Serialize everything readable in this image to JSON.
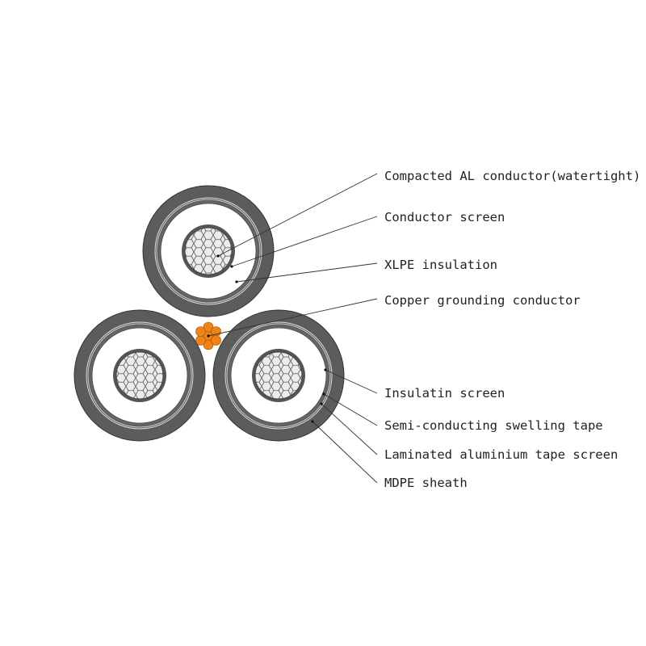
{
  "colors": {
    "sheath": "#5c5c5c",
    "conductor_fill": "#e8e8e8",
    "copper": "#f08418",
    "leader": "#333333"
  },
  "labels": [
    {
      "id": "compacted-al-conductor",
      "text": "Compacted AL conductor(watertight)"
    },
    {
      "id": "conductor-screen",
      "text": "Conductor screen"
    },
    {
      "id": "xlpe-insulation",
      "text": "XLPE insulation"
    },
    {
      "id": "copper-grounding-conductor",
      "text": "Copper grounding conductor"
    },
    {
      "id": "insulation-screen",
      "text": "Insulatin screen"
    },
    {
      "id": "semi-conducting-swelling-tape",
      "text": "Semi-conducting swelling tape"
    },
    {
      "id": "laminated-aluminium-tape-screen",
      "text": "Laminated aluminium tape screen"
    },
    {
      "id": "mdpe-sheath",
      "text": "MDPE sheath"
    }
  ]
}
